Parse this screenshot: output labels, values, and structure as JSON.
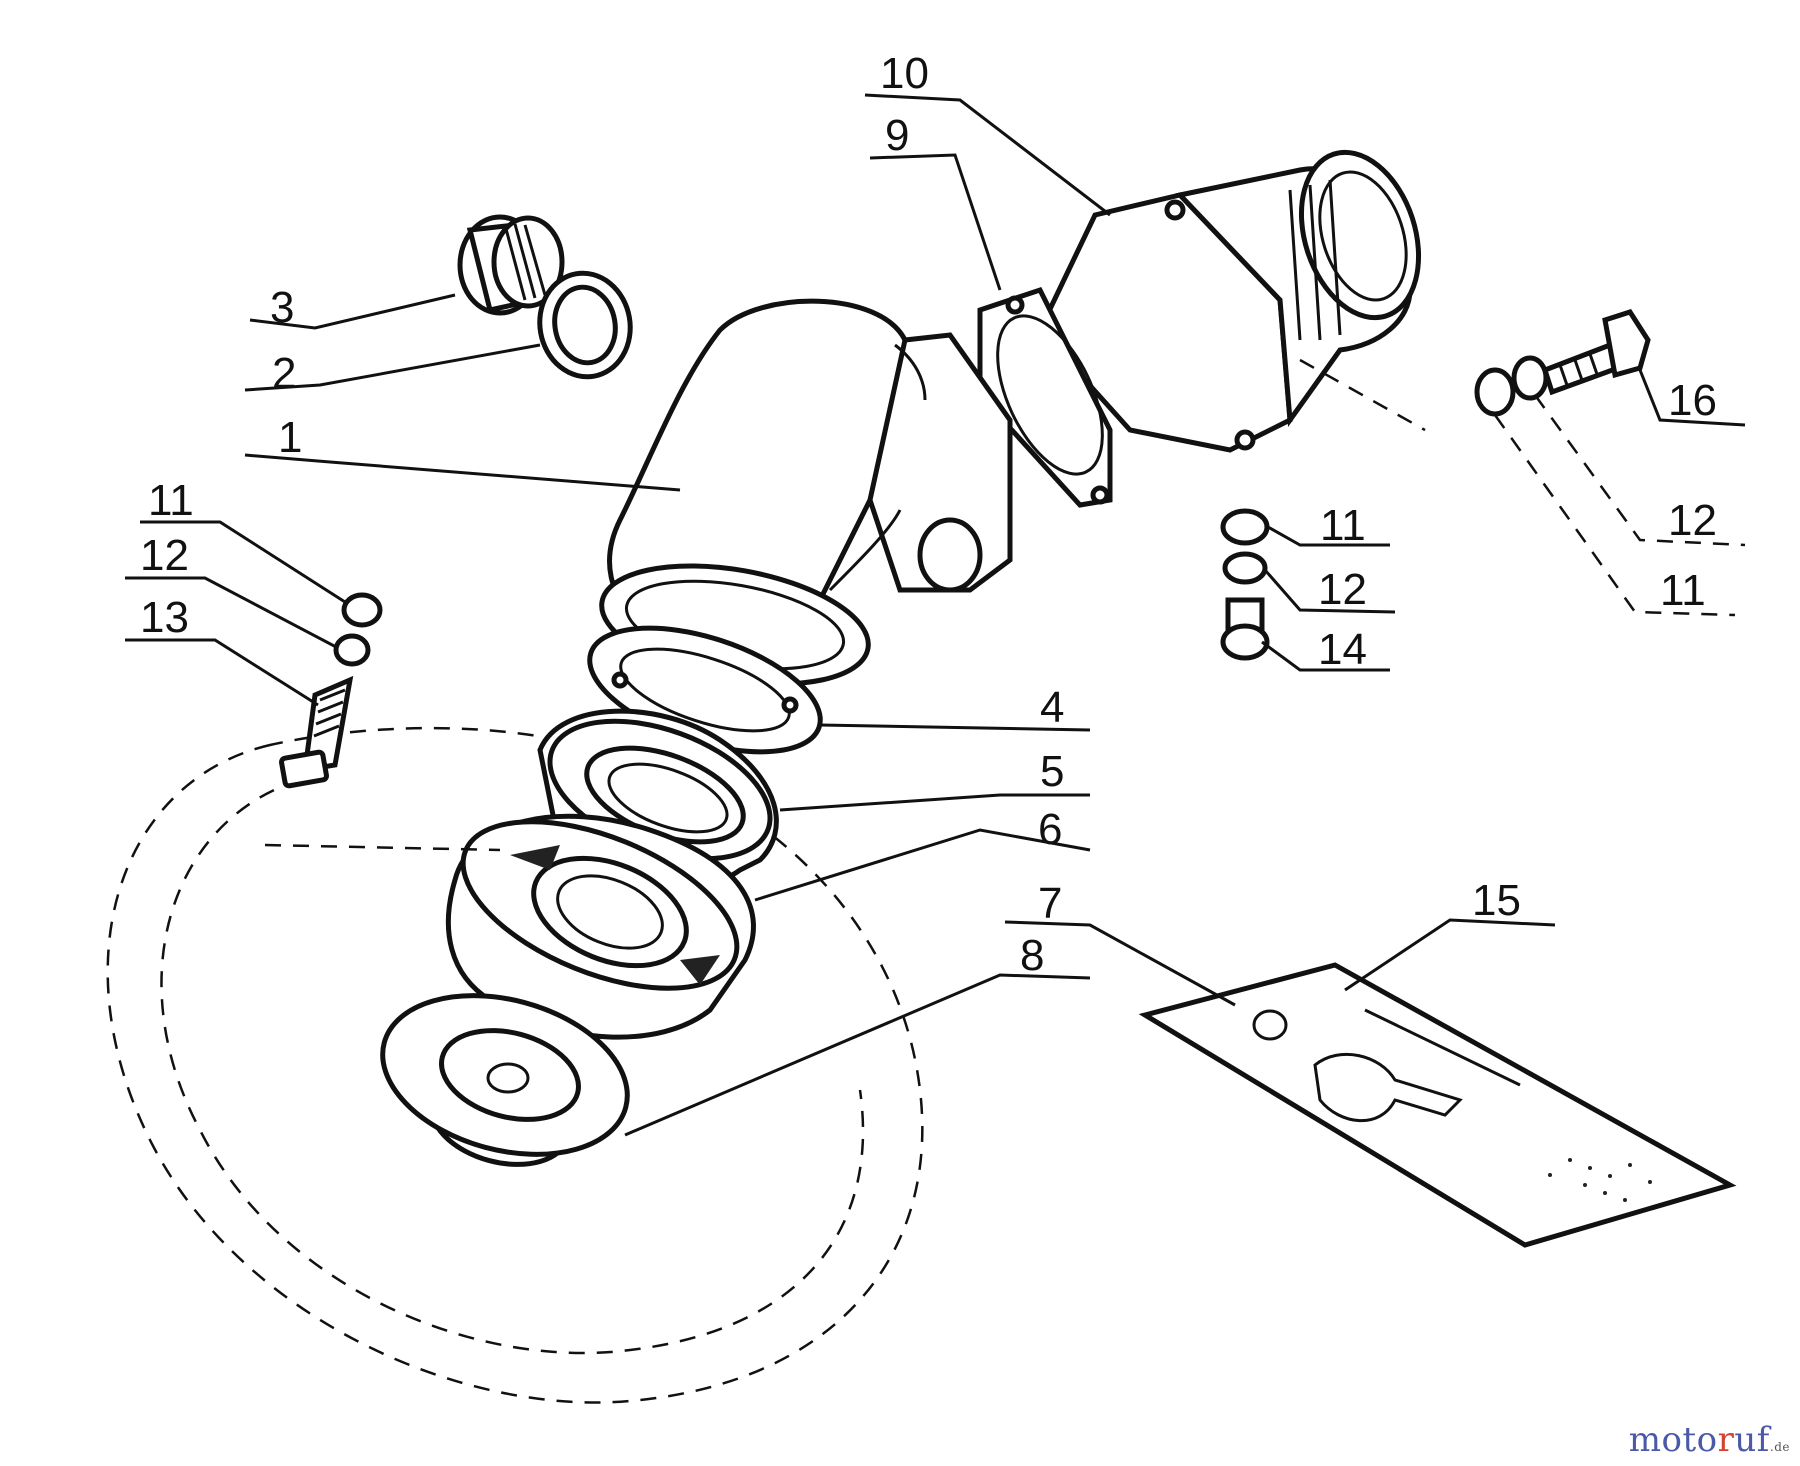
{
  "callouts": [
    {
      "id": "1",
      "text": "1"
    },
    {
      "id": "2",
      "text": "2"
    },
    {
      "id": "3",
      "text": "3"
    },
    {
      "id": "4",
      "text": "4"
    },
    {
      "id": "5",
      "text": "5"
    },
    {
      "id": "6",
      "text": "6"
    },
    {
      "id": "7",
      "text": "7"
    },
    {
      "id": "8",
      "text": "8"
    },
    {
      "id": "9",
      "text": "9"
    },
    {
      "id": "10",
      "text": "10"
    },
    {
      "id": "11a",
      "text": "11"
    },
    {
      "id": "12a",
      "text": "12"
    },
    {
      "id": "13",
      "text": "13"
    },
    {
      "id": "11b",
      "text": "11"
    },
    {
      "id": "12b",
      "text": "12"
    },
    {
      "id": "14",
      "text": "14"
    },
    {
      "id": "15",
      "text": "15"
    },
    {
      "id": "16",
      "text": "16"
    },
    {
      "id": "12c",
      "text": "12"
    },
    {
      "id": "11c",
      "text": "11"
    }
  ],
  "watermark": {
    "part_a": "moto",
    "part_b": "r",
    "part_c": "uf",
    "suffix": ".de"
  },
  "colors": {
    "ink": "#111111",
    "brand_blue": "#4a5aa8",
    "brand_red": "#d7402f"
  }
}
